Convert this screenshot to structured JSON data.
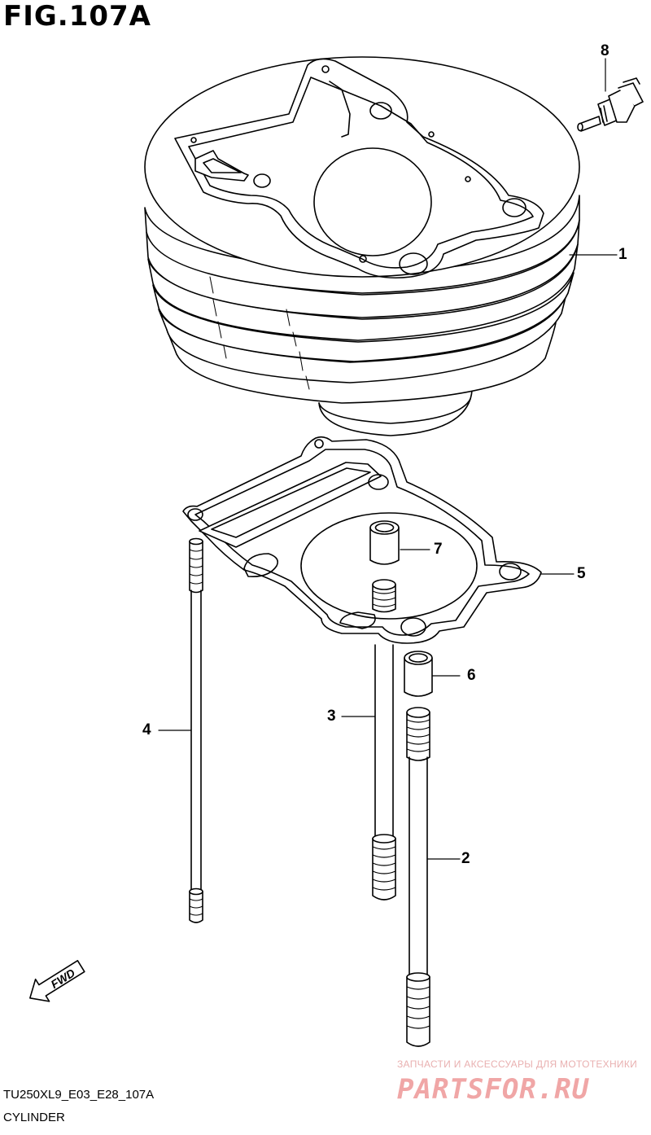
{
  "figure": {
    "title": "FIG.107A",
    "diagram_code": "TU250XL9_E03_E28_107A",
    "diagram_name": "CYLINDER"
  },
  "callouts": [
    {
      "id": "1",
      "label": "1"
    },
    {
      "id": "2",
      "label": "2"
    },
    {
      "id": "3",
      "label": "3"
    },
    {
      "id": "4",
      "label": "4"
    },
    {
      "id": "5",
      "label": "5"
    },
    {
      "id": "6",
      "label": "6"
    },
    {
      "id": "7",
      "label": "7"
    },
    {
      "id": "8",
      "label": "8"
    }
  ],
  "fwd_arrow": {
    "label": "FWD",
    "icon": "fwd-arrow-icon"
  },
  "watermark": {
    "line1": "ЗАПЧАСТИ И АКСЕССУАРЫ ДЛЯ МОТОТЕХНИКИ",
    "line2": "PARTSFOR.RU",
    "color": "#f0a6a6"
  }
}
